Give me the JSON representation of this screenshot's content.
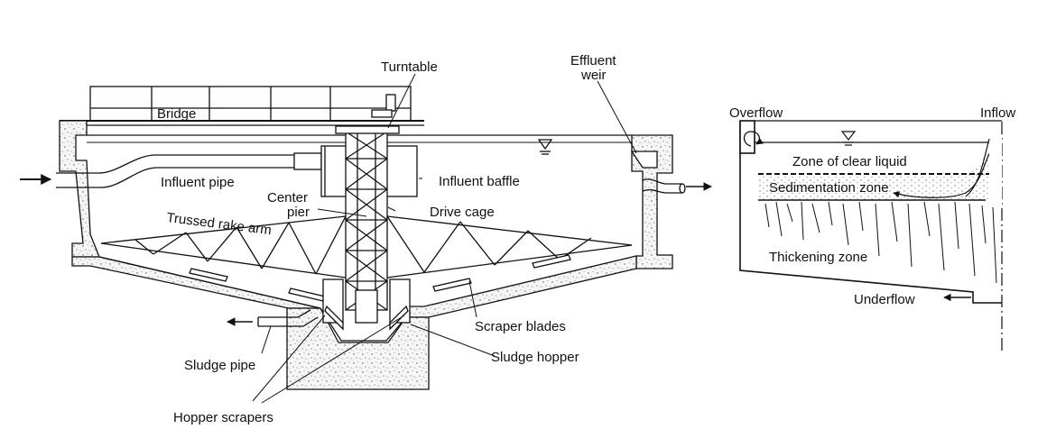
{
  "colors": {
    "ink": "#111111",
    "concrete_fill": "#f4f4f4",
    "background": "#ffffff"
  },
  "labels": {
    "turntable": "Turntable",
    "effluent_weir_line1": "Effluent",
    "effluent_weir_line2": "weir",
    "bridge": "Bridge",
    "influent_pipe": "Influent pipe",
    "influent_baffle": "Influent baffle",
    "center_pier_line1": "Center",
    "center_pier_line2": "pier",
    "drive_cage": "Drive cage",
    "trussed_rake_arm": "Trussed rake arm",
    "scraper_blades": "Scraper blades",
    "sludge_hopper": "Sludge hopper",
    "sludge_pipe": "Sludge pipe",
    "hopper_scrapers": "Hopper scrapers",
    "overflow": "Overflow",
    "inflow": "Inflow",
    "zone_clear_liquid": "Zone of clear liquid",
    "sedimentation_zone": "Sedimentation zone",
    "thickening_zone": "Thickening zone",
    "underflow": "Underflow"
  },
  "icons": [
    "water-level-icon",
    "arrow-right-icon",
    "arrow-left-icon",
    "overflow-curl-icon"
  ]
}
